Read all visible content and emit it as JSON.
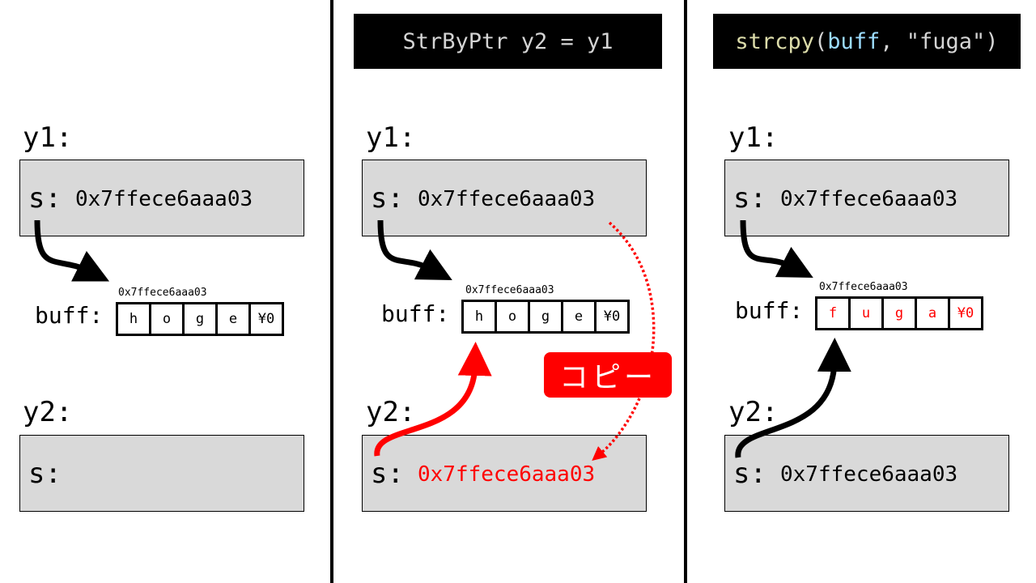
{
  "colors": {
    "red": "#ff0000",
    "box_fill": "#d9d9d9",
    "banner_bg": "#000000",
    "code_fn": "#dcdcaa",
    "code_var": "#9cdcfe",
    "code_plain": "#d4d4d4"
  },
  "panels": [
    {
      "banner": null,
      "y1": {
        "label": "y1:",
        "s_label": "s:",
        "s_value": "0x7ffece6aaa03"
      },
      "buff": {
        "label": "buff:",
        "address": "0x7ffece6aaa03",
        "cells": [
          "h",
          "o",
          "g",
          "e",
          "¥0"
        ]
      },
      "y2": {
        "label": "y2:",
        "s_label": "s:",
        "s_value": ""
      }
    },
    {
      "banner": {
        "text": "StrByPtr y2 = y1"
      },
      "y1": {
        "label": "y1:",
        "s_label": "s:",
        "s_value": "0x7ffece6aaa03"
      },
      "buff": {
        "label": "buff:",
        "address": "0x7ffece6aaa03",
        "cells": [
          "h",
          "o",
          "g",
          "e",
          "¥0"
        ]
      },
      "y2": {
        "label": "y2:",
        "s_label": "s:",
        "s_value": "0x7ffece6aaa03"
      },
      "copy_badge": "コピー"
    },
    {
      "banner": {
        "fn": "strcpy",
        "open": "(",
        "arg1": "buff",
        "rest": ", \"fuga\")"
      },
      "y1": {
        "label": "y1:",
        "s_label": "s:",
        "s_value": "0x7ffece6aaa03"
      },
      "buff": {
        "label": "buff:",
        "address": "0x7ffece6aaa03",
        "cells": [
          "f",
          "u",
          "g",
          "a",
          "¥0"
        ]
      },
      "y2": {
        "label": "y2:",
        "s_label": "s:",
        "s_value": "0x7ffece6aaa03"
      }
    }
  ]
}
